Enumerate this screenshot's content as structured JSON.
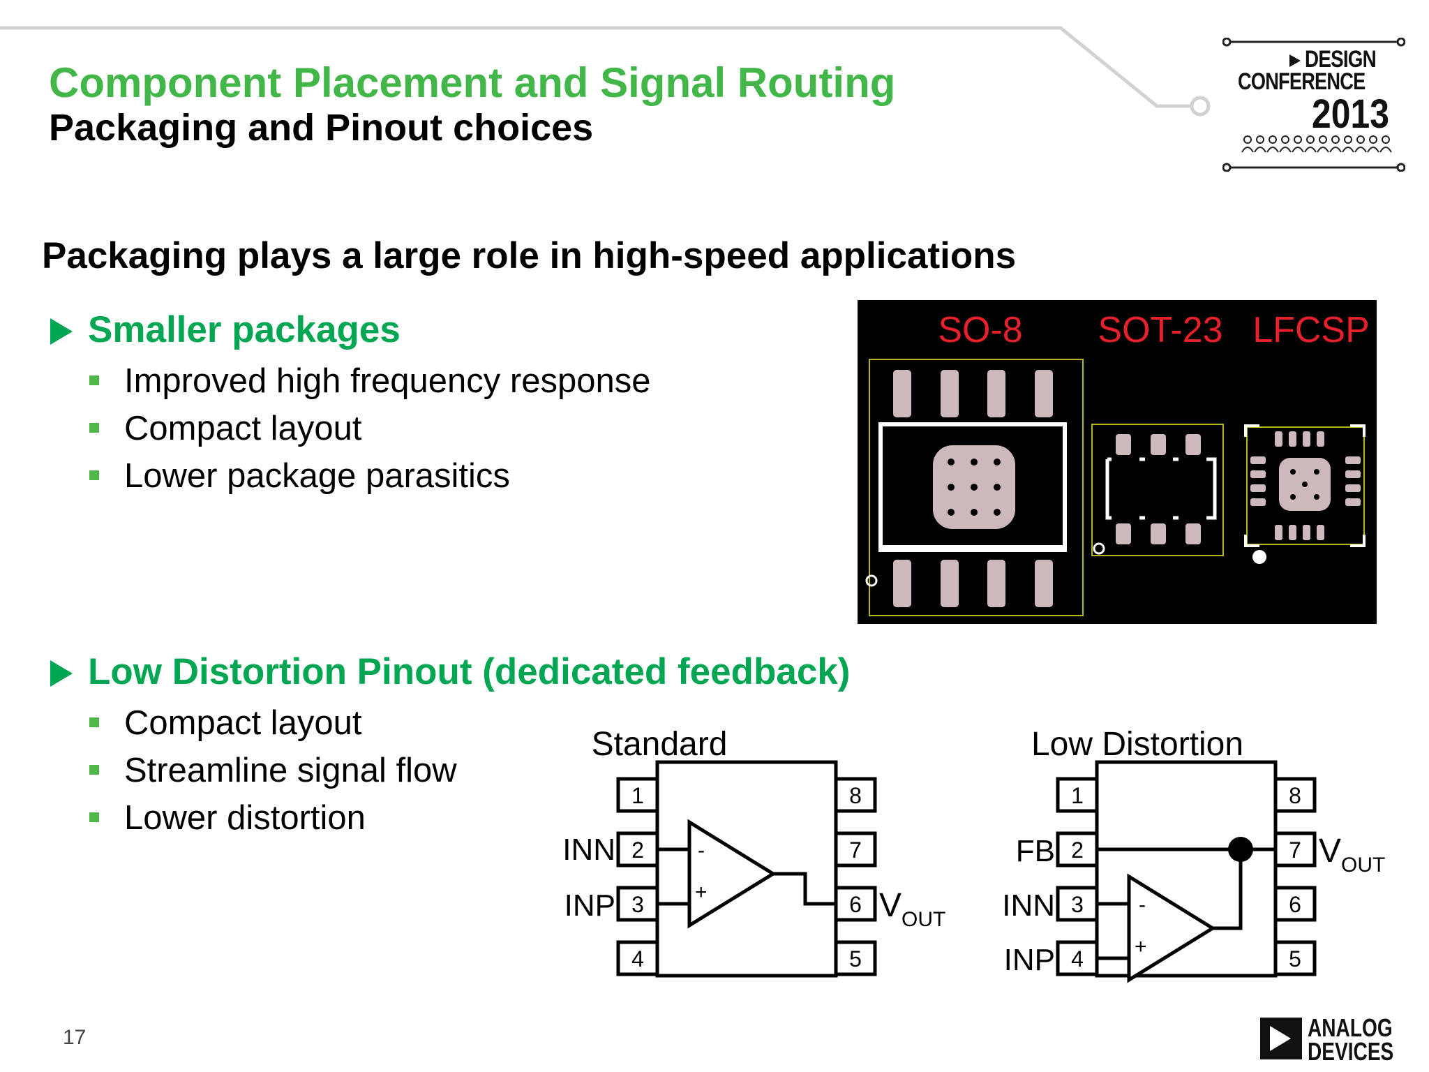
{
  "slide": {
    "title": "Component Placement and Signal Routing",
    "subtitle": "Packaging and Pinout choices",
    "heading": "Packaging plays a large role in high-speed applications",
    "page_number": "17"
  },
  "sections": [
    {
      "label": "Smaller packages",
      "bullets": [
        "Improved high frequency response",
        "Compact layout",
        "Lower package parasitics"
      ]
    },
    {
      "label": "Low Distortion Pinout (dedicated feedback)",
      "bullets": [
        "Compact layout",
        "Streamline signal flow",
        "Lower distortion"
      ]
    }
  ],
  "package_image": {
    "labels": [
      "SO-8",
      "SOT-23",
      "LFCSP"
    ],
    "colors": {
      "background": "#000000",
      "label": "#e8202a",
      "pad": "#cdb9bc",
      "outline": "#ffffff",
      "courtyard": "#b6b61a"
    }
  },
  "diagrams": {
    "standard": {
      "title": "Standard",
      "pins": [
        "1",
        "2",
        "3",
        "4",
        "8",
        "7",
        "6",
        "5"
      ],
      "pin_labels": {
        "inn": "INN",
        "inp": "INP",
        "vout_main": "V",
        "vout_sub": "OUT"
      },
      "amp_signs": {
        "minus": "-",
        "plus": "+"
      }
    },
    "low_distortion": {
      "title": "Low Distortion",
      "pins": [
        "1",
        "2",
        "3",
        "4",
        "8",
        "7",
        "6",
        "5"
      ],
      "pin_labels": {
        "fb": "FB",
        "inn": "INN",
        "inp": "INP",
        "vout_main": "V",
        "vout_sub": "OUT"
      },
      "amp_signs": {
        "minus": "-",
        "plus": "+"
      }
    }
  },
  "badge": {
    "line1": "DESIGN",
    "line2": "CONFERENCE",
    "year": "2013"
  },
  "logo": {
    "line1": "ANALOG",
    "line2": "DEVICES"
  },
  "theme": {
    "accent": "#43b649",
    "bullet": "#4fb848",
    "section": "#00a651"
  }
}
